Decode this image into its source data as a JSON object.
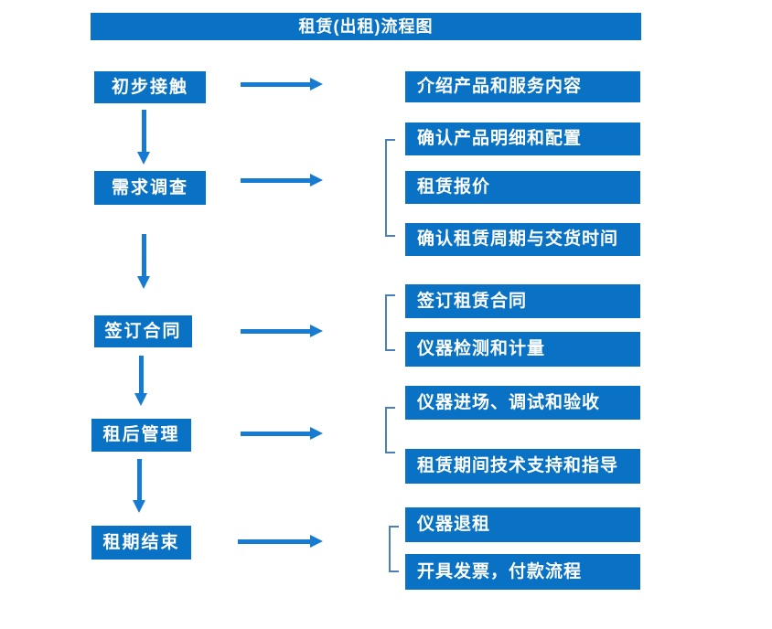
{
  "title": "租赁(出租)流程图",
  "colors": {
    "box": "#0a72c4",
    "arrow": "#177bd1",
    "bracket": "#4a7fbc",
    "text": "#ffffff"
  },
  "diagram_type": "flowchart",
  "flow": [
    {
      "step": "初步接触",
      "outputs": [
        "介绍产品和服务内容"
      ]
    },
    {
      "step": "需求调查",
      "outputs": [
        "确认产品明细和配置",
        "租赁报价",
        "确认租赁周期与交货时间"
      ]
    },
    {
      "step": "签订合同",
      "outputs": [
        "签订租赁合同",
        "仪器检测和计量"
      ]
    },
    {
      "step": "租后管理",
      "outputs": [
        "仪器进场、调试和验收",
        "租赁期间技术支持和指导"
      ]
    },
    {
      "step": "租期结束",
      "outputs": [
        "仪器退租",
        "开具发票，付款流程"
      ]
    }
  ]
}
